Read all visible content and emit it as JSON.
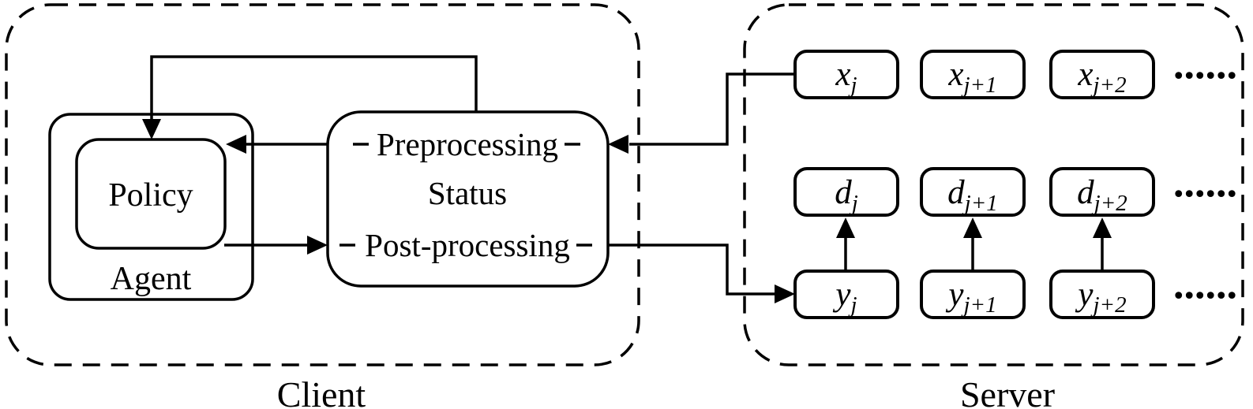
{
  "colors": {
    "stroke": "#000000",
    "background": "#ffffff"
  },
  "client": {
    "label": "Client",
    "agent_label": "Agent",
    "policy_label": "Policy",
    "status_label": "Status",
    "preprocessing_label": "Preprocessing",
    "postprocessing_label": "Post-processing"
  },
  "server": {
    "label": "Server",
    "rows": [
      {
        "name": "x-row",
        "cells": [
          {
            "base": "x",
            "sub": "j"
          },
          {
            "base": "x",
            "sub": "j+1"
          },
          {
            "base": "x",
            "sub": "j+2"
          }
        ],
        "ellipsis": "......"
      },
      {
        "name": "d-row",
        "cells": [
          {
            "base": "d",
            "sub": "j"
          },
          {
            "base": "d",
            "sub": "j+1"
          },
          {
            "base": "d",
            "sub": "j+2"
          }
        ],
        "ellipsis": "......"
      },
      {
        "name": "y-row",
        "cells": [
          {
            "base": "y",
            "sub": "j"
          },
          {
            "base": "y",
            "sub": "j+1"
          },
          {
            "base": "y",
            "sub": "j+2"
          }
        ],
        "ellipsis": "......"
      }
    ]
  }
}
